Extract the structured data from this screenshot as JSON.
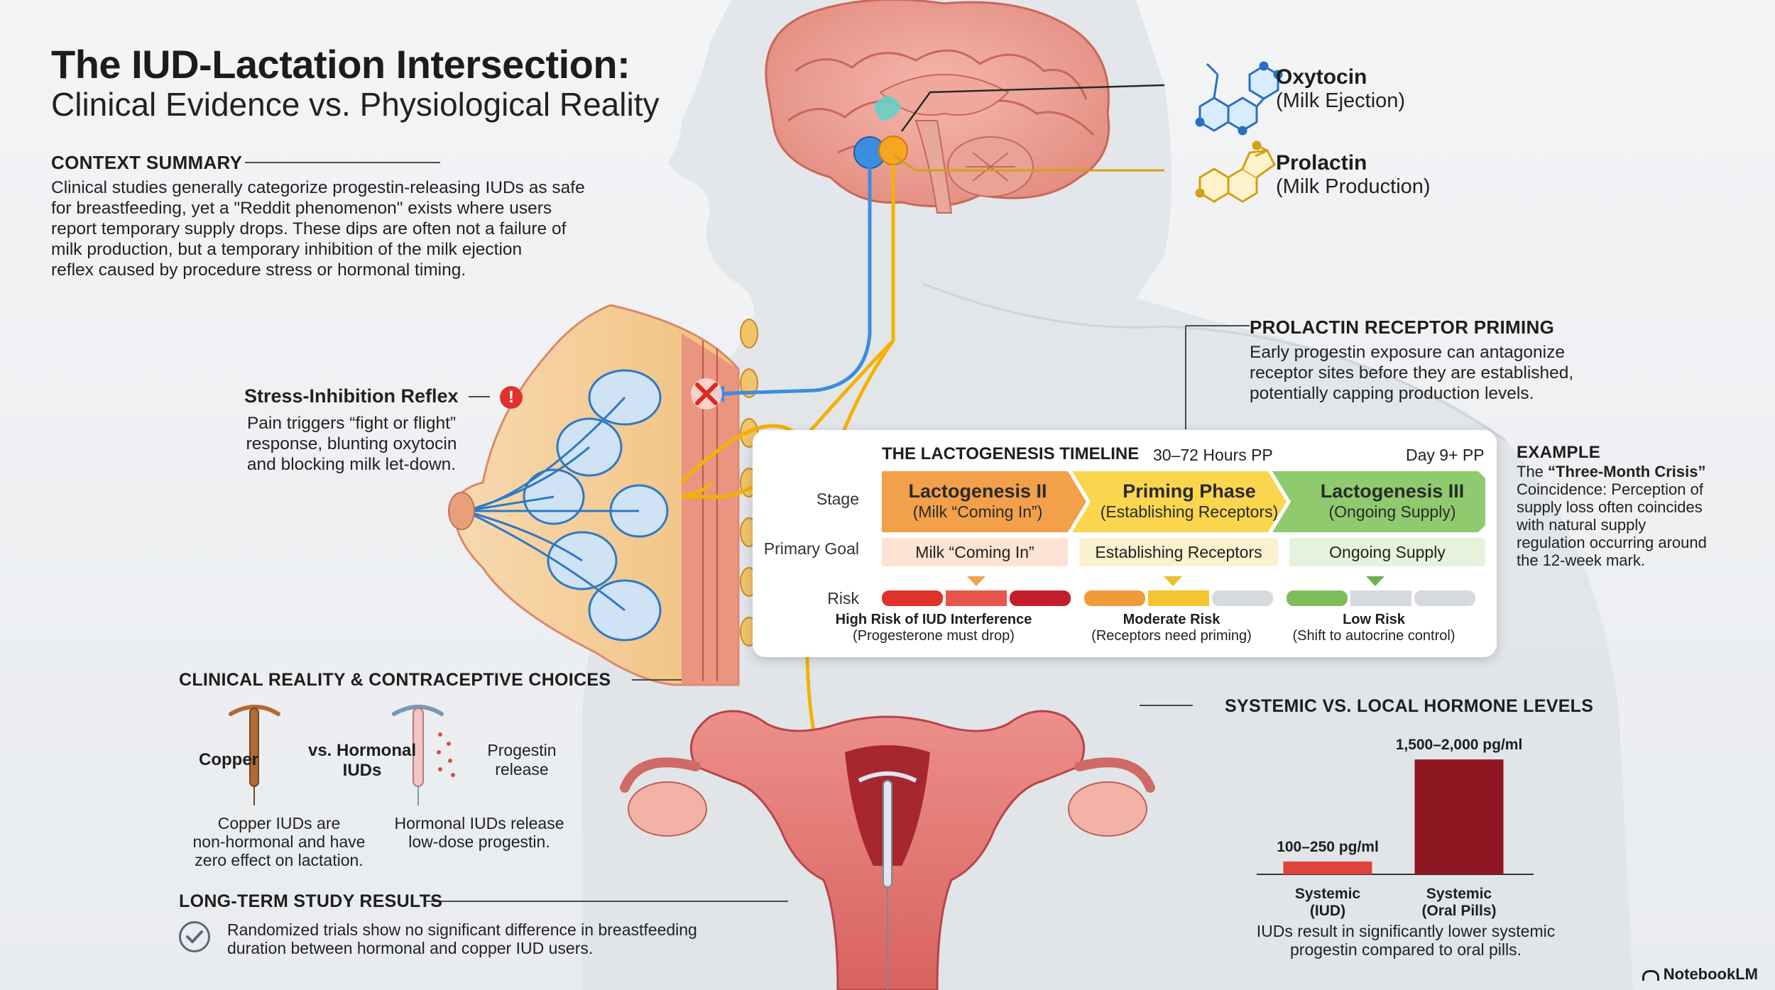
{
  "title": "The IUD-Lactation Intersection:",
  "subtitle": "Clinical Evidence vs. Physiological Reality",
  "context": {
    "heading": "CONTEXT SUMMARY",
    "lines": [
      "Clinical studies generally categorize progestin-releasing IUDs as safe",
      "for breastfeeding, yet a \"Reddit phenomenon\" exists where users",
      "report temporary supply drops. These dips are often not a failure of",
      "milk production, but a temporary inhibition of the milk ejection",
      "reflex caused by procedure stress or hormonal timing."
    ]
  },
  "hormones": {
    "oxytocin": {
      "name": "Oxytocin",
      "role": "(Milk Ejection)"
    },
    "prolactin": {
      "name": "Prolactin",
      "role": "(Milk Production)"
    }
  },
  "receptor_priming": {
    "heading": "PROLACTIN RECEPTOR PRIMING",
    "lines": [
      "Early progestin exposure can antagonize",
      "receptor sites before they are established,",
      "potentially capping production levels."
    ]
  },
  "stress_reflex": {
    "heading": "Stress-Inhibition Reflex",
    "lines": [
      "Pain triggers “fight or flight”",
      "response, blunting oxytocin",
      "and blocking milk let-down."
    ]
  },
  "timeline": {
    "title": "THE LACTOGENESIS TIMELINE",
    "time1": "30–72 Hours PP",
    "time2": "Day 9+ PP",
    "row_stage": "Stage",
    "row_goal": "Primary Goal",
    "row_risk": "Risk",
    "stages": [
      {
        "name": "Lactogenesis II",
        "sub": "(Milk “Coming In”)",
        "goal": "Milk “Coming In”",
        "risk": "High Risk of IUD Interference",
        "risk_sub": "(Progesterone must drop)",
        "risk_level": 3
      },
      {
        "name": "Priming Phase",
        "sub": "(Establishing Receptors)",
        "goal": "Establishing Receptors",
        "risk": "Moderate Risk",
        "risk_sub": "(Receptors need priming)",
        "risk_level": 2
      },
      {
        "name": "Lactogenesis III",
        "sub": "(Ongoing Supply)",
        "goal": "Ongoing Supply",
        "risk": "Low Risk",
        "risk_sub": "(Shift to autocrine control)",
        "risk_level": 1
      }
    ]
  },
  "example": {
    "heading": "EXAMPLE",
    "intro": "The ",
    "emphasis": "“Three-Month Crisis”",
    "lines": [
      "Coincidence: Perception of",
      "supply loss often coincides",
      "with natural supply",
      "regulation occurring around",
      "the 12-week mark."
    ]
  },
  "clinical": {
    "heading": "CLINICAL REALITY & CONTRACEPTIVE CHOICES",
    "copper_label": "Copper",
    "vs_label": "vs. Hormonal IUDs",
    "progestin_label": "Progestin release",
    "copper_desc": [
      "Copper IUDs are",
      "non-hormonal and have",
      "zero effect on lactation."
    ],
    "hormonal_desc": [
      "Hormonal IUDs release",
      "low-dose progestin."
    ]
  },
  "longterm": {
    "heading": "LONG-TERM STUDY RESULTS",
    "lines": [
      "Randomized trials show no significant difference in breastfeeding",
      "duration between hormonal and copper IUD users."
    ]
  },
  "systemic": {
    "heading": "SYSTEMIC VS. LOCAL HORMONE LEVELS",
    "caption": [
      "IUDs result in significantly lower systemic",
      "progestin compared to oral pills."
    ]
  },
  "chart_data": {
    "type": "bar",
    "title": "SYSTEMIC VS. LOCAL HORMONE LEVELS",
    "categories": [
      "Systemic (IUD)",
      "Systemic (Oral Pills)"
    ],
    "category_lines": [
      [
        "Systemic",
        "(IUD)"
      ],
      [
        "Systemic",
        "(Oral Pills)"
      ]
    ],
    "values": [
      175,
      1750
    ],
    "value_labels": [
      "100–250 pg/ml",
      "1,500–2,000 pg/ml"
    ],
    "ylim": [
      0,
      2000
    ],
    "colors": [
      "#e0433a",
      "#8e1620"
    ]
  },
  "brand": "NotebookLM"
}
